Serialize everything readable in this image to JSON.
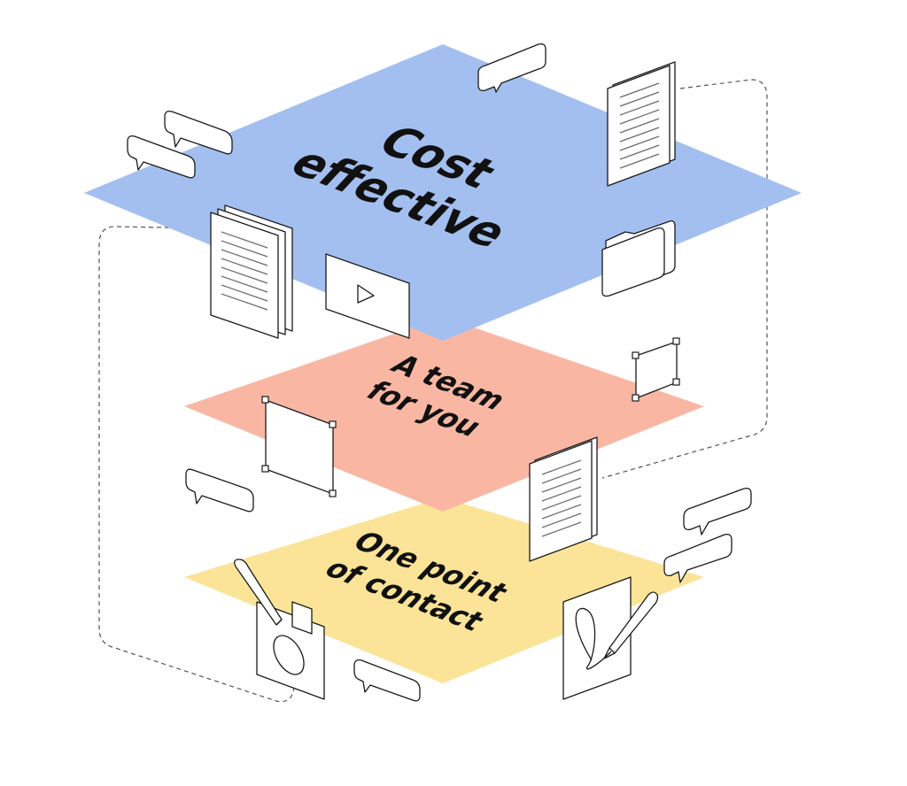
{
  "layers": [
    {
      "id": "top",
      "lines": [
        "Cost",
        "effective"
      ],
      "color": "#a3bff0"
    },
    {
      "id": "middle",
      "lines": [
        "A team",
        "for you"
      ],
      "color": "#f9b7a3"
    },
    {
      "id": "bottom",
      "lines": [
        "One point",
        "of contact"
      ],
      "color": "#fbe497"
    }
  ],
  "icons": {
    "speech_bubble": "speech-bubble-icon",
    "document": "document-icon",
    "folder": "folder-icon",
    "video": "video-play-icon",
    "frame": "selection-frame-icon",
    "drawing": "drawing-pen-icon",
    "signature": "signature-pen-icon"
  }
}
